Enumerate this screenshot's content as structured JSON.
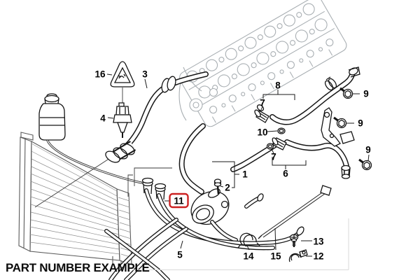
{
  "diagram": {
    "title": "cooling-system-hoses-parts-diagram",
    "caption": "PART NUMBER EXAMPLE",
    "highlight": {
      "part": "11",
      "box_color": "#cc2222"
    },
    "line_color": "#1a1a1a",
    "engine_color": "#a9afb3",
    "labels": [
      {
        "text": "16"
      },
      {
        "text": "3"
      },
      {
        "text": "4"
      },
      {
        "text": "8"
      },
      {
        "text": "7"
      },
      {
        "text": "9"
      },
      {
        "text": "10"
      },
      {
        "text": "9"
      },
      {
        "text": "7"
      },
      {
        "text": "6"
      },
      {
        "text": "1"
      },
      {
        "text": "2"
      },
      {
        "text": "9"
      },
      {
        "text": "11"
      },
      {
        "text": "5"
      },
      {
        "text": "14"
      },
      {
        "text": "15"
      },
      {
        "text": "13"
      },
      {
        "text": "12"
      }
    ]
  }
}
